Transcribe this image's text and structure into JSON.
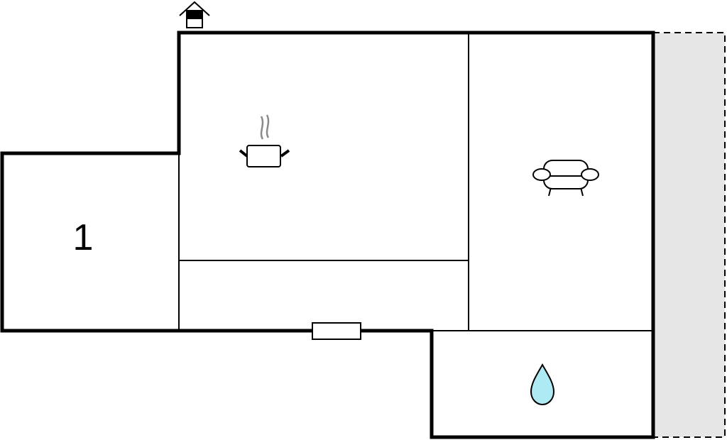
{
  "floorplan": {
    "rooms": [
      {
        "id": "bedroom",
        "label": "1"
      },
      {
        "id": "kitchen",
        "icon": "cooking-pot-icon"
      },
      {
        "id": "living-room",
        "icon": "sofa-icon"
      },
      {
        "id": "bathroom",
        "icon": "water-drop-icon"
      },
      {
        "id": "hallway"
      }
    ],
    "entrance_icon": "entrance-house-icon",
    "terrace": "terrace-area",
    "colors": {
      "wall": "#000000",
      "terrace_fill": "#e6e6e6",
      "water_drop": "#aeeaf3",
      "steam": "#8a8a8a"
    }
  }
}
